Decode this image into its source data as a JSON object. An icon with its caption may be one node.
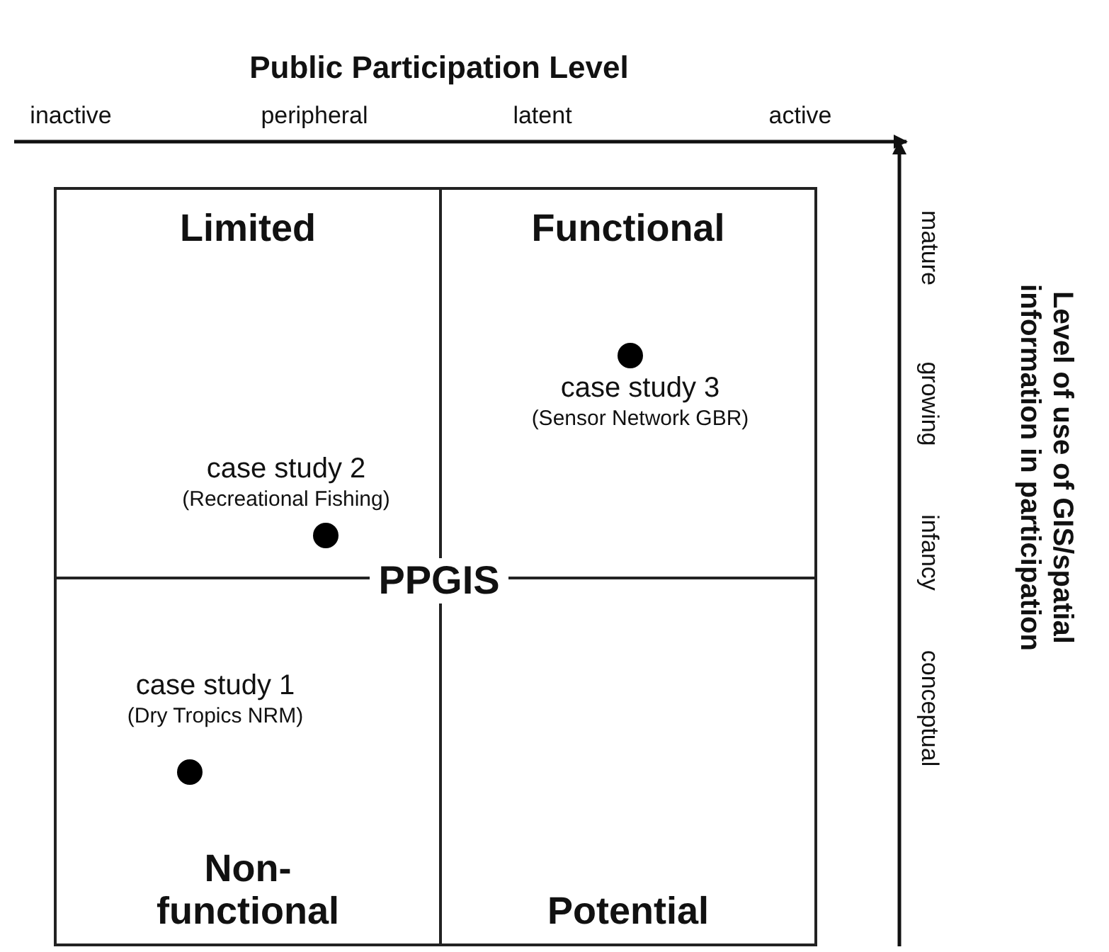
{
  "diagram": {
    "nodes": [
      {
        "text": [
          "Limited"
        ]
      },
      {
        "text": [
          "Functional"
        ]
      },
      {
        "text": [
          "Non-functional"
        ]
      },
      {
        "text": [
          "Potential"
        ]
      },
      {
        "text": [
          "case study 2",
          "(Recreational Fishing)"
        ],
        "in": 0
      },
      {
        "text": [
          "case study 3",
          "(Sensor Network GBR)"
        ],
        "in": 1
      },
      {
        "text": [
          "case study 1",
          "(Dry Tropics NRM)"
        ],
        "in": 2
      }
    ],
    "edges": [],
    "labels": [
      "Public Participation Level",
      "inactive",
      "peripheral",
      "latent",
      "active",
      "Level of use of GIS/spatial information in participation",
      "mature",
      "growing",
      "infancy",
      "conceptual",
      "PPGIS"
    ]
  }
}
